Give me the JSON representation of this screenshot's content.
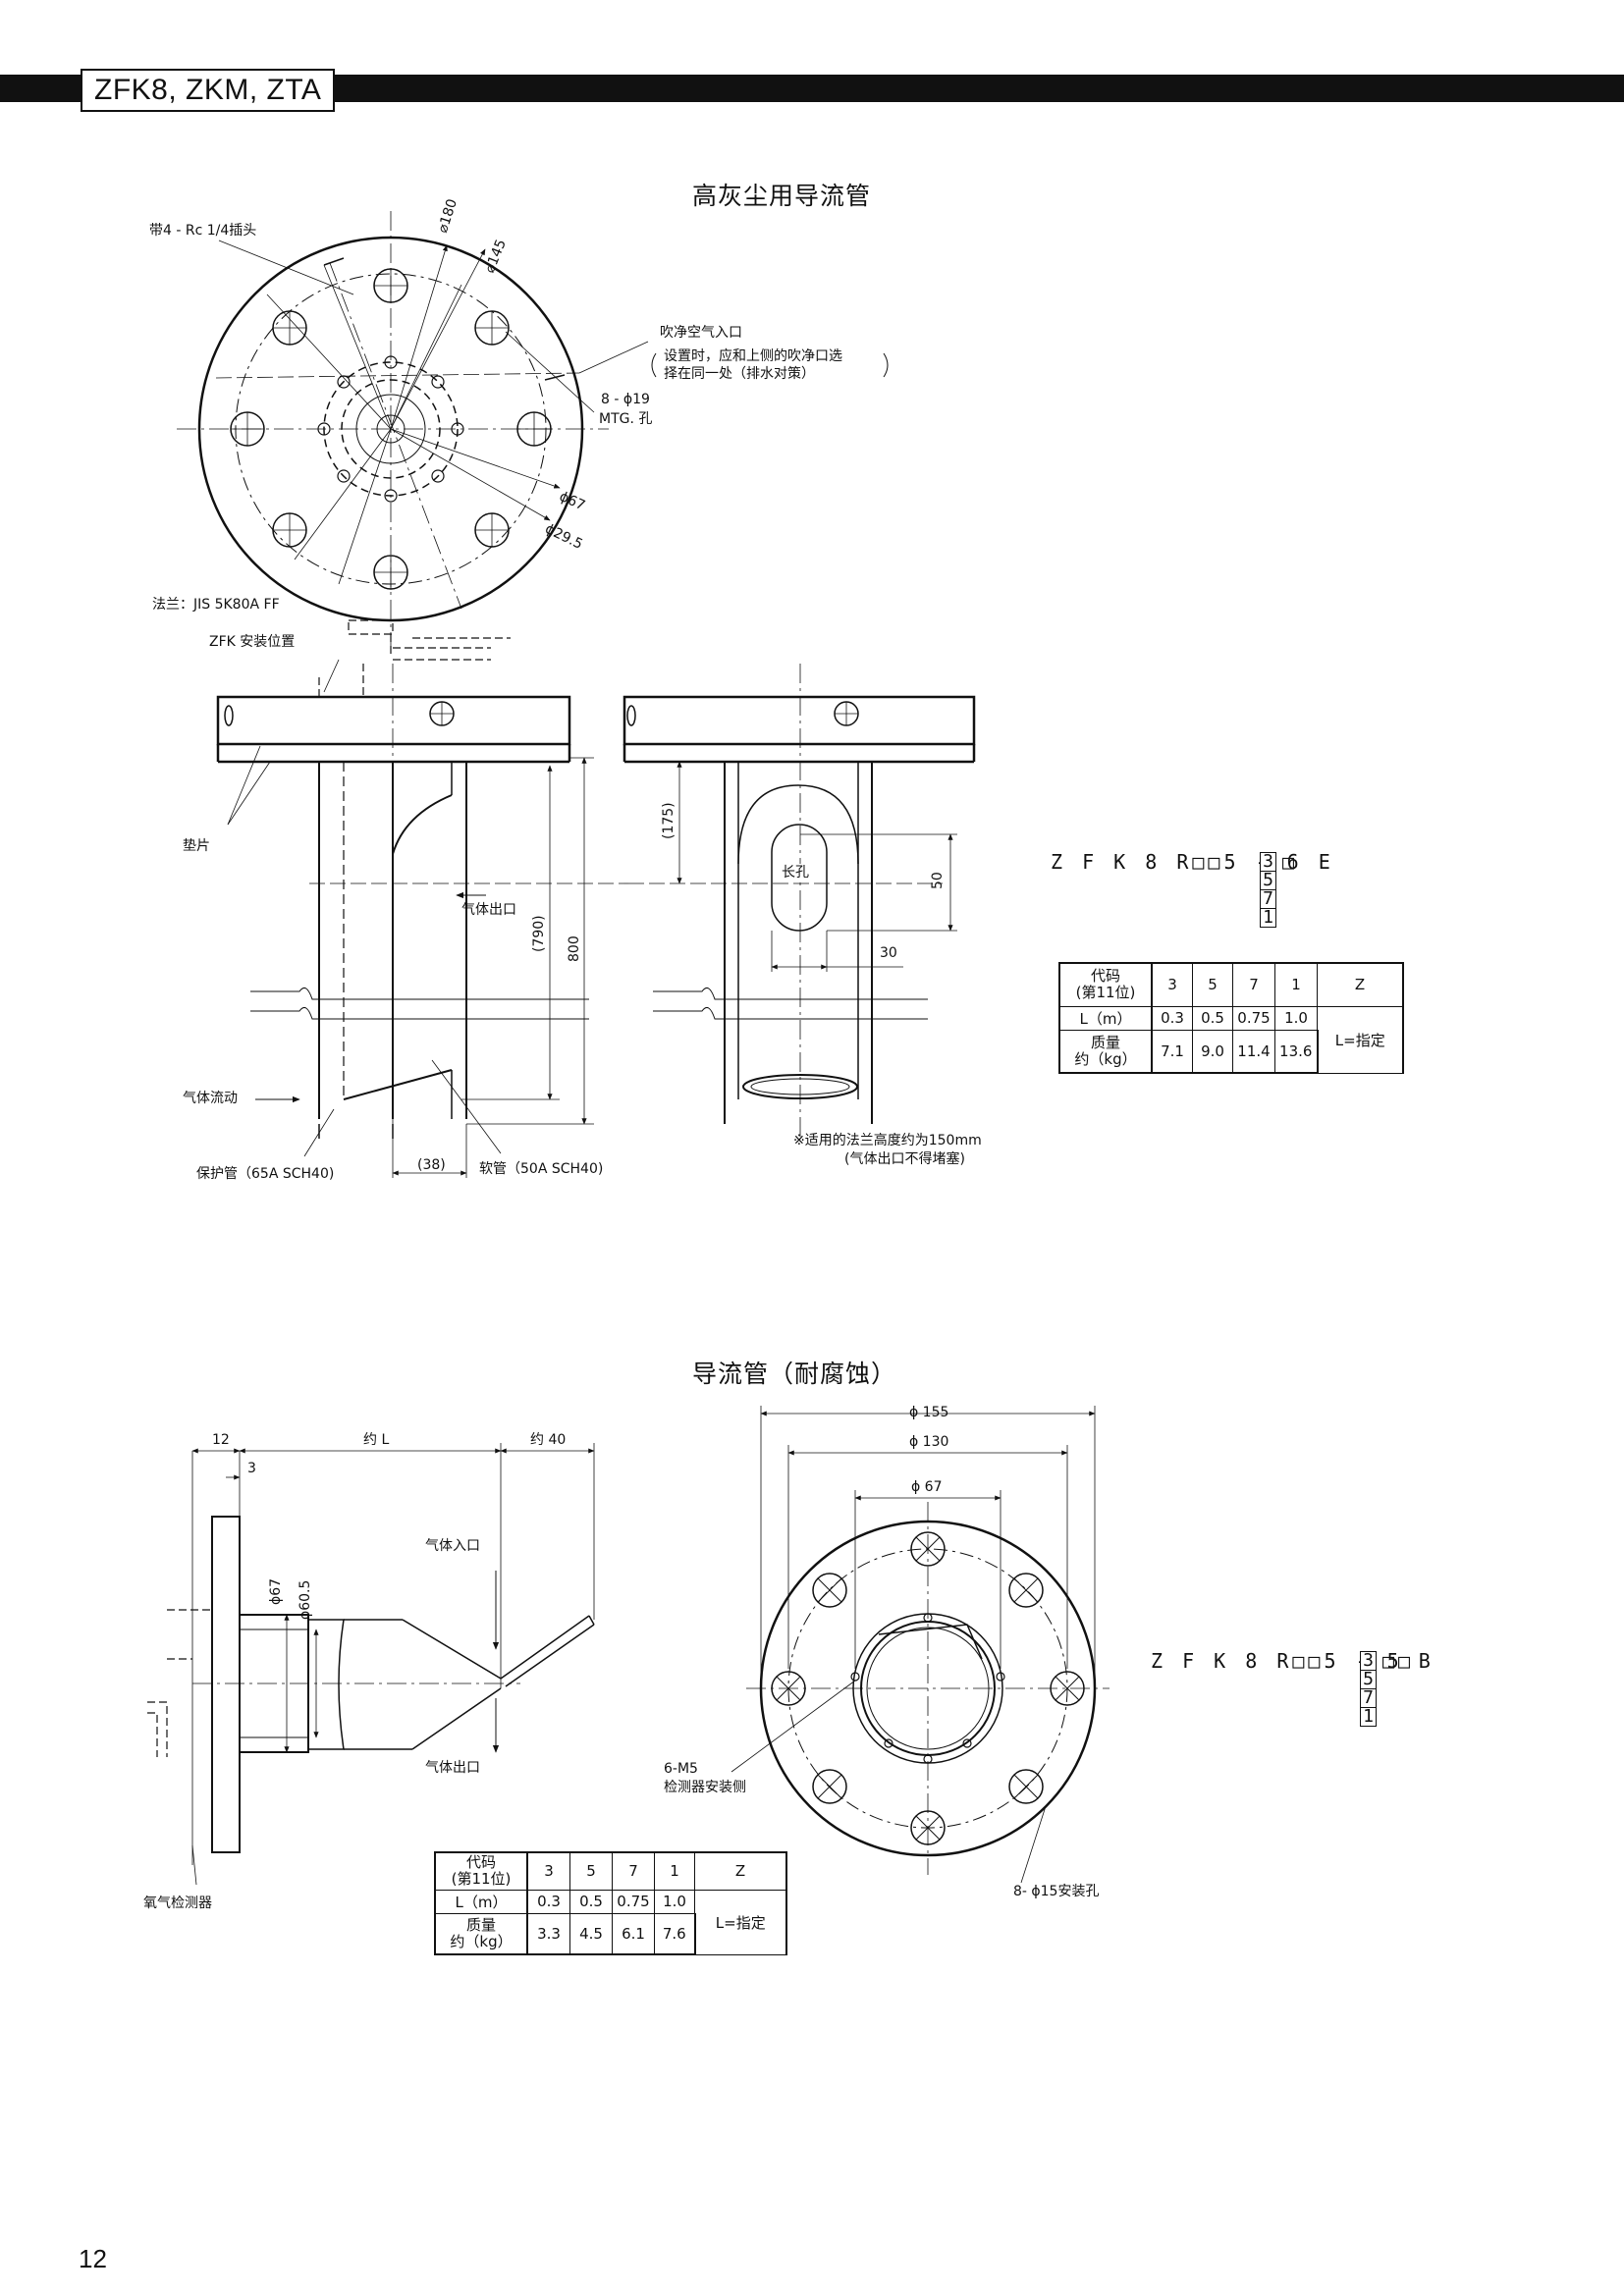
{
  "header": {
    "model": "ZFK8, ZKM, ZTA"
  },
  "page_number": "12",
  "section1": {
    "title": "高灰尘用导流管",
    "labels": {
      "plug": "带4 - Rc 1/4插头",
      "d180": "⌀180",
      "d145": "⌀145",
      "purge_inlet": "吹净空气入口",
      "purge_note1": "设置时，应和上侧的吹净口选",
      "purge_note2": "择在同一处（排水对策）",
      "holes": "8 - ϕ19",
      "mtg": "MTG. 孔",
      "d67": "ϕ67",
      "d29": "ϕ29.5",
      "flange": "法兰：JIS 5K80A FF",
      "zfk_position": "ZFK 安装位置",
      "gasket": "垫片",
      "gas_outlet": "气体出口",
      "gas_flow": "气体流动",
      "protect_pipe": "保护管（65A SCH40)",
      "dim38": "(38)",
      "soft_pipe": "软管（50A SCH40)",
      "dim790": "(790)",
      "dim800": "800",
      "dim175": "(175)",
      "slot": "长孔",
      "dim50": "50",
      "dim30": "30",
      "note1": "※适用的法兰高度约为150mm",
      "note2": "(气体出口不得堵塞)"
    },
    "model_code": {
      "text": "Z F K 8 R□□5 - 6 E",
      "options": [
        "3",
        "5",
        "7",
        "1"
      ],
      "trail": "□"
    },
    "table": {
      "header": [
        "代码\n(第11位)",
        "3",
        "5",
        "7",
        "1",
        "Z"
      ],
      "row_length": [
        "L（m）",
        "0.3",
        "0.5",
        "0.75",
        "1.0"
      ],
      "row_mass": [
        "质量\n约（kg）",
        "7.1",
        "9.0",
        "11.4",
        "13.6"
      ],
      "z_value": "L=指定"
    }
  },
  "section2": {
    "title": "导流管（耐腐蚀）",
    "labels": {
      "dim12": "12",
      "dim3": "3",
      "approx_l": "约 L",
      "approx_40": "约 40",
      "gas_inlet": "气体入口",
      "d67": "ϕ67",
      "d60": "ϕ60.5",
      "gas_outlet": "气体出口",
      "oxygen_detector": "氧气检测器",
      "d155": "ϕ 155",
      "d130": "ϕ 130",
      "d67b": "ϕ 67",
      "m5": "6-M5",
      "m5_note": "检测器安装侧",
      "holes": "8- ϕ15安装孔"
    },
    "model_code": {
      "text": "Z F K 8 R□□5 - 5 B",
      "options": [
        "3",
        "5",
        "7",
        "1"
      ],
      "trail": "□□"
    },
    "table": {
      "header": [
        "代码\n(第11位)",
        "3",
        "5",
        "7",
        "1",
        "Z"
      ],
      "row_length": [
        "L（m）",
        "0.3",
        "0.5",
        "0.75",
        "1.0"
      ],
      "row_mass": [
        "质量\n约（kg）",
        "3.3",
        "4.5",
        "6.1",
        "7.6"
      ],
      "z_value": "L=指定"
    }
  }
}
